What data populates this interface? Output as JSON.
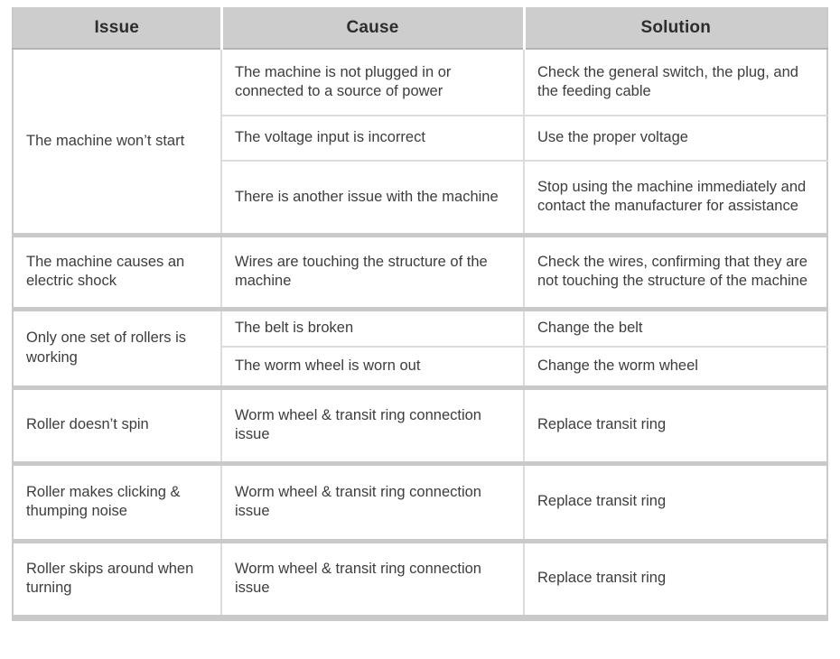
{
  "table": {
    "columns": [
      "Issue",
      "Cause",
      "Solution"
    ],
    "sections": [
      {
        "issue": "The machine won’t start",
        "rows": [
          {
            "cause": "The machine is not plugged in or connected to a source of power",
            "solution": "Check the general switch, the plug, and the feeding cable"
          },
          {
            "cause": "The voltage input is incorrect",
            "solution": "Use the proper voltage"
          },
          {
            "cause": "There is another issue with the machine",
            "solution": "Stop using the machine immediately and contact the manufacturer for assistance"
          }
        ]
      },
      {
        "issue": "The machine causes an electric shock",
        "rows": [
          {
            "cause": "Wires are touching the structure of the machine",
            "solution": "Check the wires, confirming that they are not touching the structure of the machine"
          }
        ]
      },
      {
        "issue": "Only one set of rollers is working",
        "rows": [
          {
            "cause": "The belt is broken",
            "solution": "Change the belt"
          },
          {
            "cause": "The worm wheel is worn out",
            "solution": "Change the worm wheel"
          }
        ]
      },
      {
        "issue": "Roller doesn’t spin",
        "rows": [
          {
            "cause": "Worm wheel & transit ring connection issue",
            "solution": "Replace transit ring"
          }
        ]
      },
      {
        "issue": "Roller makes clicking & thumping noise",
        "rows": [
          {
            "cause": "Worm wheel & transit ring connection issue",
            "solution": "Replace transit ring"
          }
        ]
      },
      {
        "issue": "Roller skips around when turning",
        "rows": [
          {
            "cause": "Worm wheel & transit ring connection issue",
            "solution": "Replace transit ring"
          }
        ]
      }
    ]
  },
  "colors": {
    "header_bg": "#cdcdcd",
    "section_separator": "#c9c9c9",
    "grid_line": "#dcdcdc",
    "text": "#3d3d3d"
  }
}
